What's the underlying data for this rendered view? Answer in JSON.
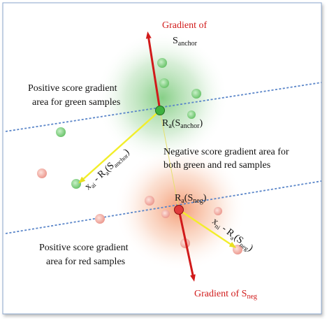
{
  "colors": {
    "gradient_arrow": "#d11a1a",
    "vector_arrow": "#f2ee2a",
    "boundary": "#5b86c9",
    "green_sample": "#7fd17f",
    "red_sample": "#f0a8a0",
    "green_glow": "#6cc46c",
    "red_glow": "#f08a5a",
    "label_red": "#d11a1a",
    "frame_border": "#6a8fbf"
  },
  "labels": {
    "gradient_anchor_line1": "Gradient of",
    "gradient_anchor_s": "S",
    "gradient_anchor_sub": "anchor",
    "positive_green_line1": "Positive score gradient",
    "positive_green_line2": "area for green samples",
    "ra_anchor_r": "R",
    "ra_anchor_a": "a",
    "ra_anchor_s": "(S",
    "ra_anchor_sub": "anchor",
    "ra_anchor_close": ")",
    "negative_line1": "Negative score gradient area for",
    "negative_line2": "both green and  red samples",
    "xai_x": "x",
    "xai_sub": "ai",
    "xai_minus": " - R",
    "xai_a": "a",
    "xai_s": "(S",
    "xai_anchor": "anchor",
    "xai_close": ")",
    "ra_neg_r": "R",
    "ra_neg_a": "a",
    "ra_neg_s": "(S",
    "ra_neg_sub": "neg",
    "ra_neg_close": ")",
    "xni_x": "x",
    "xni_sub": "ni",
    "xni_minus": " - R",
    "xni_a": "a",
    "xni_s": "(S",
    "xni_neg": "neg",
    "xni_close": ")",
    "positive_red_line1": "Positive score gradient",
    "positive_red_line2": "area for red  samples",
    "gradient_neg_text": "Gradient of S",
    "gradient_neg_sub": "neg"
  }
}
